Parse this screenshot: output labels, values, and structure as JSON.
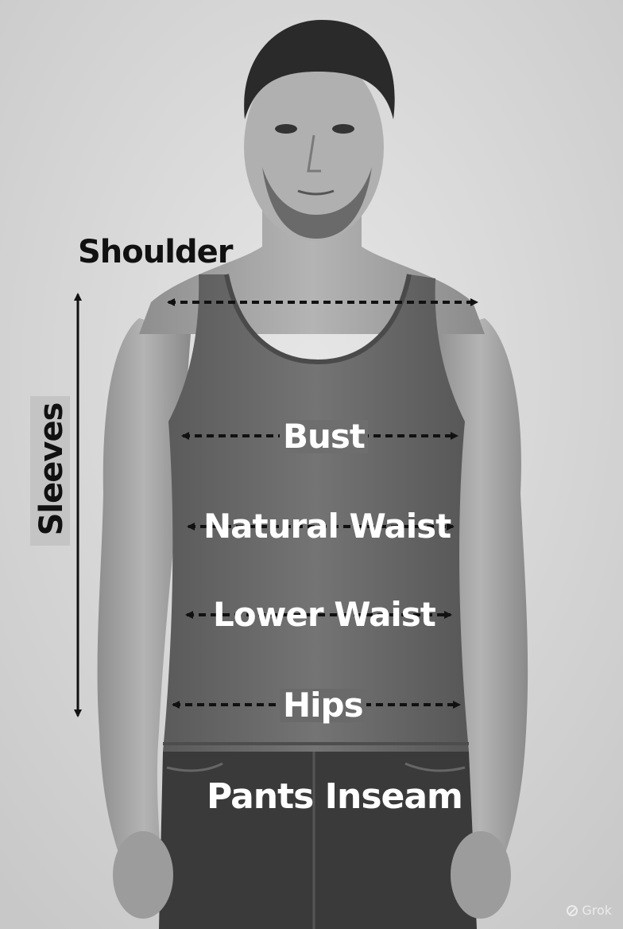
{
  "labels": {
    "shoulder": "Shoulder",
    "sleeves": "Sleeves",
    "bust": "Bust",
    "natural_waist": "Natural Waist",
    "lower_waist": "Lower Waist",
    "hips": "Hips",
    "pants_inseam": "Pants Inseam"
  },
  "watermark": "Grok",
  "colors": {
    "background": "#d9d9d9",
    "tank_top": "#6b6b6b",
    "skin": "#a8a8a8",
    "jeans": "#3a3a3a",
    "arrow": "#111111"
  }
}
